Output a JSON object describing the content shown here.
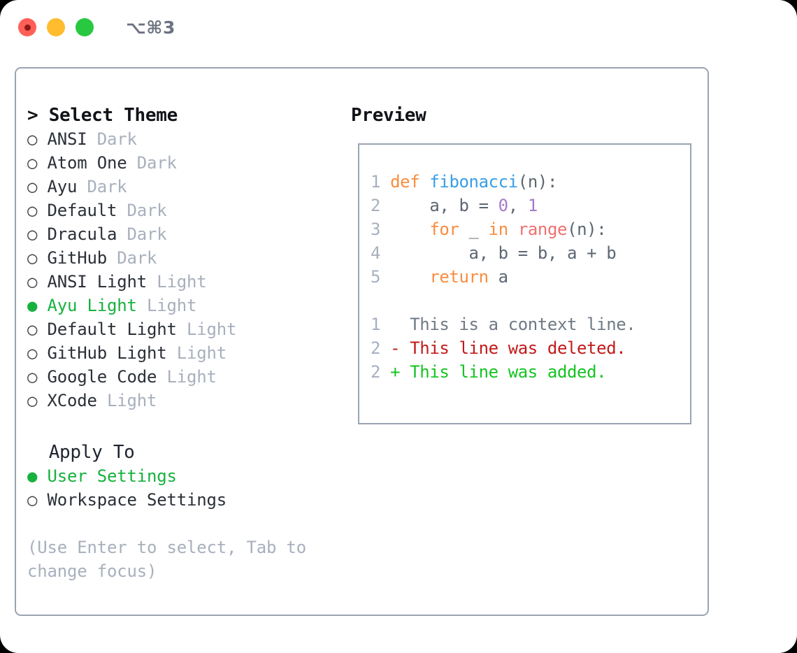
{
  "titlebar": {
    "shortcut": "⌥⌘3",
    "lights": [
      {
        "name": "close",
        "color": "#FF5F57"
      },
      {
        "name": "minimize",
        "color": "#FEBC2E"
      },
      {
        "name": "zoom",
        "color": "#28C840"
      }
    ]
  },
  "theme_picker": {
    "heading": "> Select Theme",
    "bullet_unselected": "○",
    "bullet_selected": "●",
    "items": [
      {
        "bullet": "○",
        "name": "ANSI",
        "variant": "Dark",
        "selected": false
      },
      {
        "bullet": "○",
        "name": "Atom One",
        "variant": "Dark",
        "selected": false
      },
      {
        "bullet": "○",
        "name": "Ayu",
        "variant": "Dark",
        "selected": false
      },
      {
        "bullet": "○",
        "name": "Default",
        "variant": "Dark",
        "selected": false
      },
      {
        "bullet": "○",
        "name": "Dracula",
        "variant": "Dark",
        "selected": false
      },
      {
        "bullet": "○",
        "name": "GitHub",
        "variant": "Dark",
        "selected": false
      },
      {
        "bullet": "○",
        "name": "ANSI Light",
        "variant": "Light",
        "selected": false
      },
      {
        "bullet": "●",
        "name": "Ayu Light",
        "variant": "Light",
        "selected": true
      },
      {
        "bullet": "○",
        "name": "Default Light",
        "variant": "Light",
        "selected": false
      },
      {
        "bullet": "○",
        "name": "GitHub Light",
        "variant": "Light",
        "selected": false
      },
      {
        "bullet": "○",
        "name": "Google Code",
        "variant": "Light",
        "selected": false
      },
      {
        "bullet": "○",
        "name": "XCode",
        "variant": "Light",
        "selected": false
      }
    ]
  },
  "apply_to": {
    "heading": "  Apply To",
    "items": [
      {
        "bullet": "●",
        "label": "User Settings",
        "selected": true
      },
      {
        "bullet": "○",
        "label": "Workspace Settings",
        "selected": false
      }
    ]
  },
  "hint": "(Use Enter to select, Tab to change focus)",
  "preview": {
    "title": "Preview",
    "code_lines": [
      {
        "number": "1",
        "tokens": [
          {
            "text": "def",
            "kind": "kw"
          },
          {
            "text": " ",
            "kind": "plain"
          },
          {
            "text": "fibonacci",
            "kind": "fn"
          },
          {
            "text": "(n):",
            "kind": "punc"
          }
        ]
      },
      {
        "number": "2",
        "tokens": [
          {
            "text": "    a, b = ",
            "kind": "id"
          },
          {
            "text": "0",
            "kind": "num"
          },
          {
            "text": ", ",
            "kind": "id"
          },
          {
            "text": "1",
            "kind": "num"
          }
        ]
      },
      {
        "number": "3",
        "tokens": [
          {
            "text": "    ",
            "kind": "plain"
          },
          {
            "text": "for",
            "kind": "kw"
          },
          {
            "text": " _ ",
            "kind": "id"
          },
          {
            "text": "in",
            "kind": "kw"
          },
          {
            "text": " ",
            "kind": "plain"
          },
          {
            "text": "range",
            "kind": "builtin"
          },
          {
            "text": "(n):",
            "kind": "punc"
          }
        ]
      },
      {
        "number": "4",
        "tokens": [
          {
            "text": "        a, b = b, a + b",
            "kind": "id"
          }
        ]
      },
      {
        "number": "5",
        "tokens": [
          {
            "text": "    ",
            "kind": "plain"
          },
          {
            "text": "return",
            "kind": "kw"
          },
          {
            "text": " a",
            "kind": "id"
          }
        ]
      }
    ],
    "diff_lines": [
      {
        "number": "1",
        "marker": " ",
        "text": "This is a context line.",
        "kind": "ctx"
      },
      {
        "number": "2",
        "marker": "-",
        "text": "This line was deleted.",
        "kind": "del"
      },
      {
        "number": "2",
        "marker": "+",
        "text": "This line was added.",
        "kind": "add"
      }
    ]
  },
  "colors": {
    "accent_green": "#17b13e",
    "muted": "#a8b0bd",
    "border": "#9aa4b2",
    "keyword": "#FA8D3E",
    "function": "#399EE6",
    "number": "#A37ACC",
    "builtin": "#F07171",
    "identifier": "#5C6773",
    "diff_add": "#16C322",
    "diff_del": "#C21A1A",
    "diff_ctx": "#707a86"
  }
}
